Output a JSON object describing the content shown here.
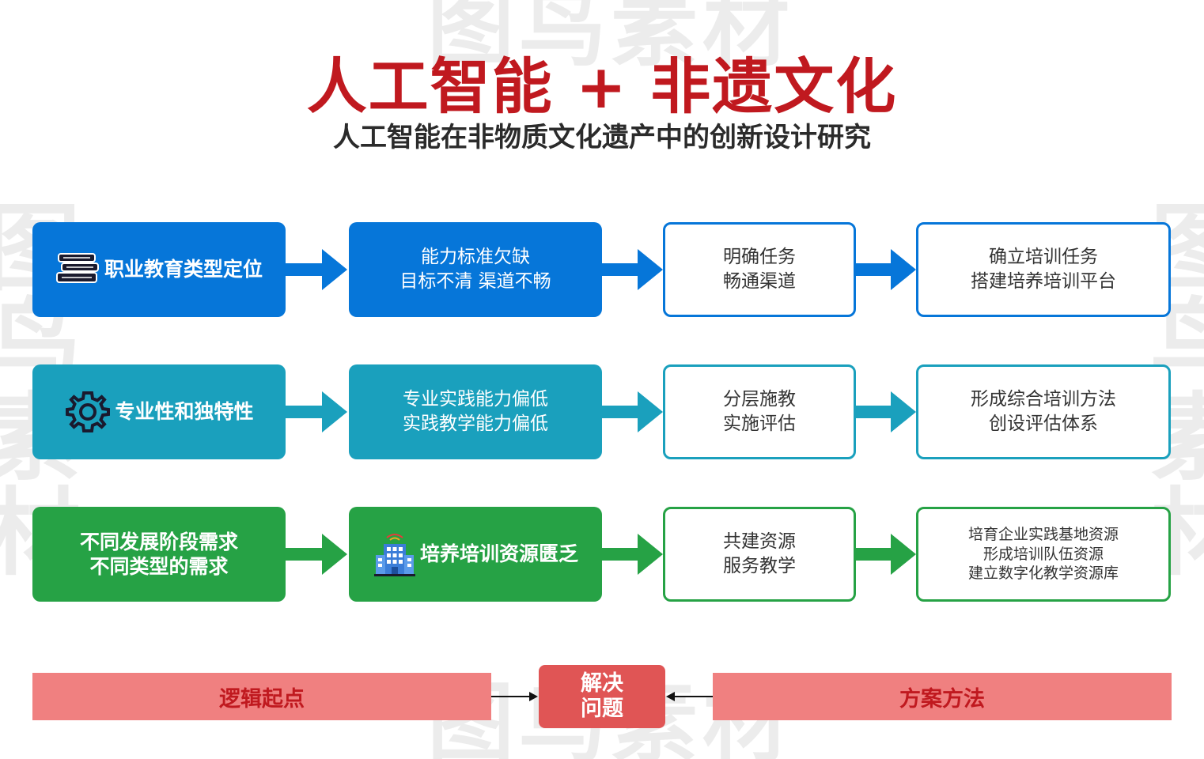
{
  "watermark": {
    "text": "图鸟素材"
  },
  "header": {
    "title": "人工智能 + 非遗文化",
    "subtitle": "人工智能在非物质文化遗产中的创新设计研究"
  },
  "rows": [
    {
      "start": {
        "icon": "books-icon",
        "lines": [
          "职业教育类型定位"
        ]
      },
      "problem": {
        "lines": [
          "能力标准欠缺",
          "目标不清 渠道不畅"
        ]
      },
      "solution": {
        "lines": [
          "明确任务",
          "畅通渠道"
        ]
      },
      "outcome": {
        "lines": [
          "确立培训任务",
          "搭建培养培训平台"
        ]
      },
      "color": "#0676d9"
    },
    {
      "start": {
        "icon": "gear-icon",
        "lines": [
          "专业性和独特性"
        ]
      },
      "problem": {
        "lines": [
          "专业实践能力偏低",
          "实践教学能力偏低"
        ]
      },
      "solution": {
        "lines": [
          "分层施教",
          "实施评估"
        ]
      },
      "outcome": {
        "lines": [
          "形成综合培训方法",
          "创设评估体系"
        ]
      },
      "color": "#1aa0bd"
    },
    {
      "start": {
        "lines": [
          "不同发展阶段需求",
          "不同类型的需求"
        ]
      },
      "problem": {
        "icon": "building-icon",
        "lines": [
          "培养培训资源匮乏"
        ]
      },
      "solution": {
        "lines": [
          "共建资源",
          "服务教学"
        ]
      },
      "outcome": {
        "lines": [
          "培育企业实践基地资源",
          "形成培训队伍资源",
          "建立数字化教学资源库"
        ]
      },
      "color": "#26a245"
    }
  ],
  "footer": {
    "left_label": "逻辑起点",
    "center_lines": [
      "解决",
      "问题"
    ],
    "right_label": "方案方法"
  }
}
